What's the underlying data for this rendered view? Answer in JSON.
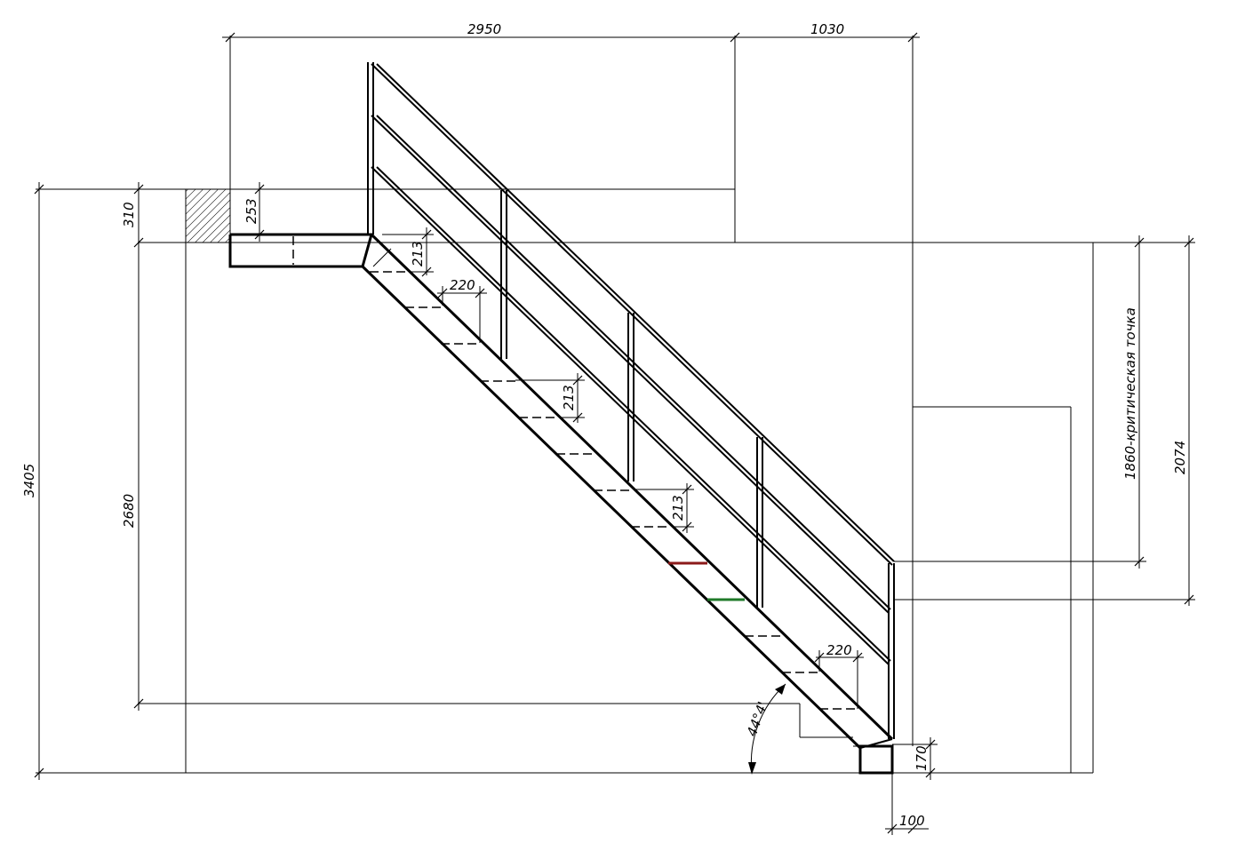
{
  "dimensions": {
    "top_width": "2950",
    "top_right": "1030",
    "total_height": "3405",
    "top_slab": "310",
    "landing_depth": "253",
    "rise_height": "2680",
    "riser_1": "213",
    "tread_1": "220",
    "riser_2": "213",
    "riser_3": "213",
    "tread_2": "220",
    "critical_point": "1860-критическая точка",
    "right_height": "2074",
    "base_step": "170",
    "base_width": "100",
    "angle": "44°4'"
  },
  "colors": {
    "line": "#000000",
    "hatch": "#000000",
    "marker_red": "#8b1a1a",
    "marker_green": "#1f7a2a"
  }
}
